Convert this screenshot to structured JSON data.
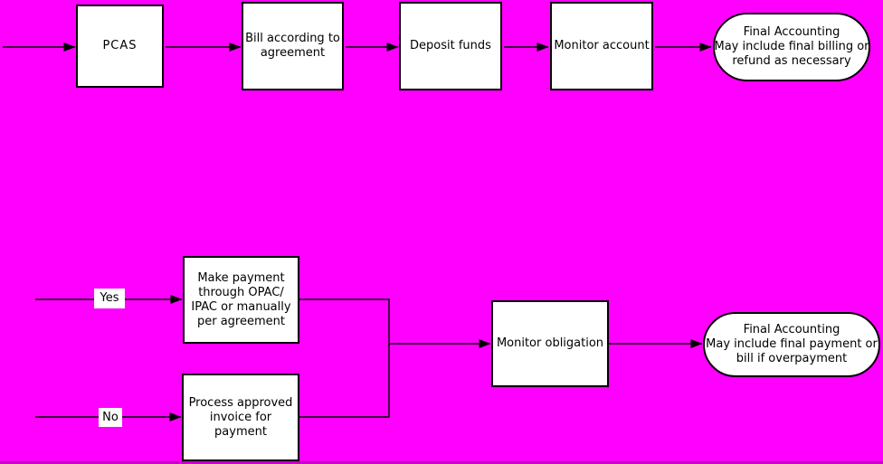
{
  "diagram_type": "flowchart",
  "colors": {
    "background": "#ff00ff",
    "node_fill": "#ffffff",
    "node_border": "#000000",
    "connector": "#000000",
    "text": "#000000"
  },
  "nodes": {
    "pcas": "PCAS",
    "bill_according": "Bill according to\nagreement",
    "deposit_funds": "Deposit funds",
    "monitor_account": "Monitor account",
    "final_accounting_top": "Final Accounting\nMay include final billing or\nrefund as necessary",
    "yes_label": "Yes",
    "make_payment": "Make payment\nthrough OPAC/\nIPAC or manually\nper agreement",
    "no_label": "No",
    "process_invoice": "Process approved\ninvoice for\npayment",
    "monitor_obligation": "Monitor obligation",
    "final_accounting_bottom": "Final Accounting\nMay include final payment or\nbill if overpayment"
  },
  "edges": [
    {
      "from": "start",
      "to": "pcas"
    },
    {
      "from": "pcas",
      "to": "bill_according"
    },
    {
      "from": "bill_according",
      "to": "deposit_funds"
    },
    {
      "from": "deposit_funds",
      "to": "monitor_account"
    },
    {
      "from": "monitor_account",
      "to": "final_accounting_top"
    },
    {
      "from": "yes_branch_start",
      "to": "make_payment",
      "label": "Yes"
    },
    {
      "from": "no_branch_start",
      "to": "process_invoice",
      "label": "No"
    },
    {
      "from": "make_payment",
      "to": "monitor_obligation"
    },
    {
      "from": "process_invoice",
      "to": "monitor_obligation"
    },
    {
      "from": "monitor_obligation",
      "to": "final_accounting_bottom"
    }
  ]
}
